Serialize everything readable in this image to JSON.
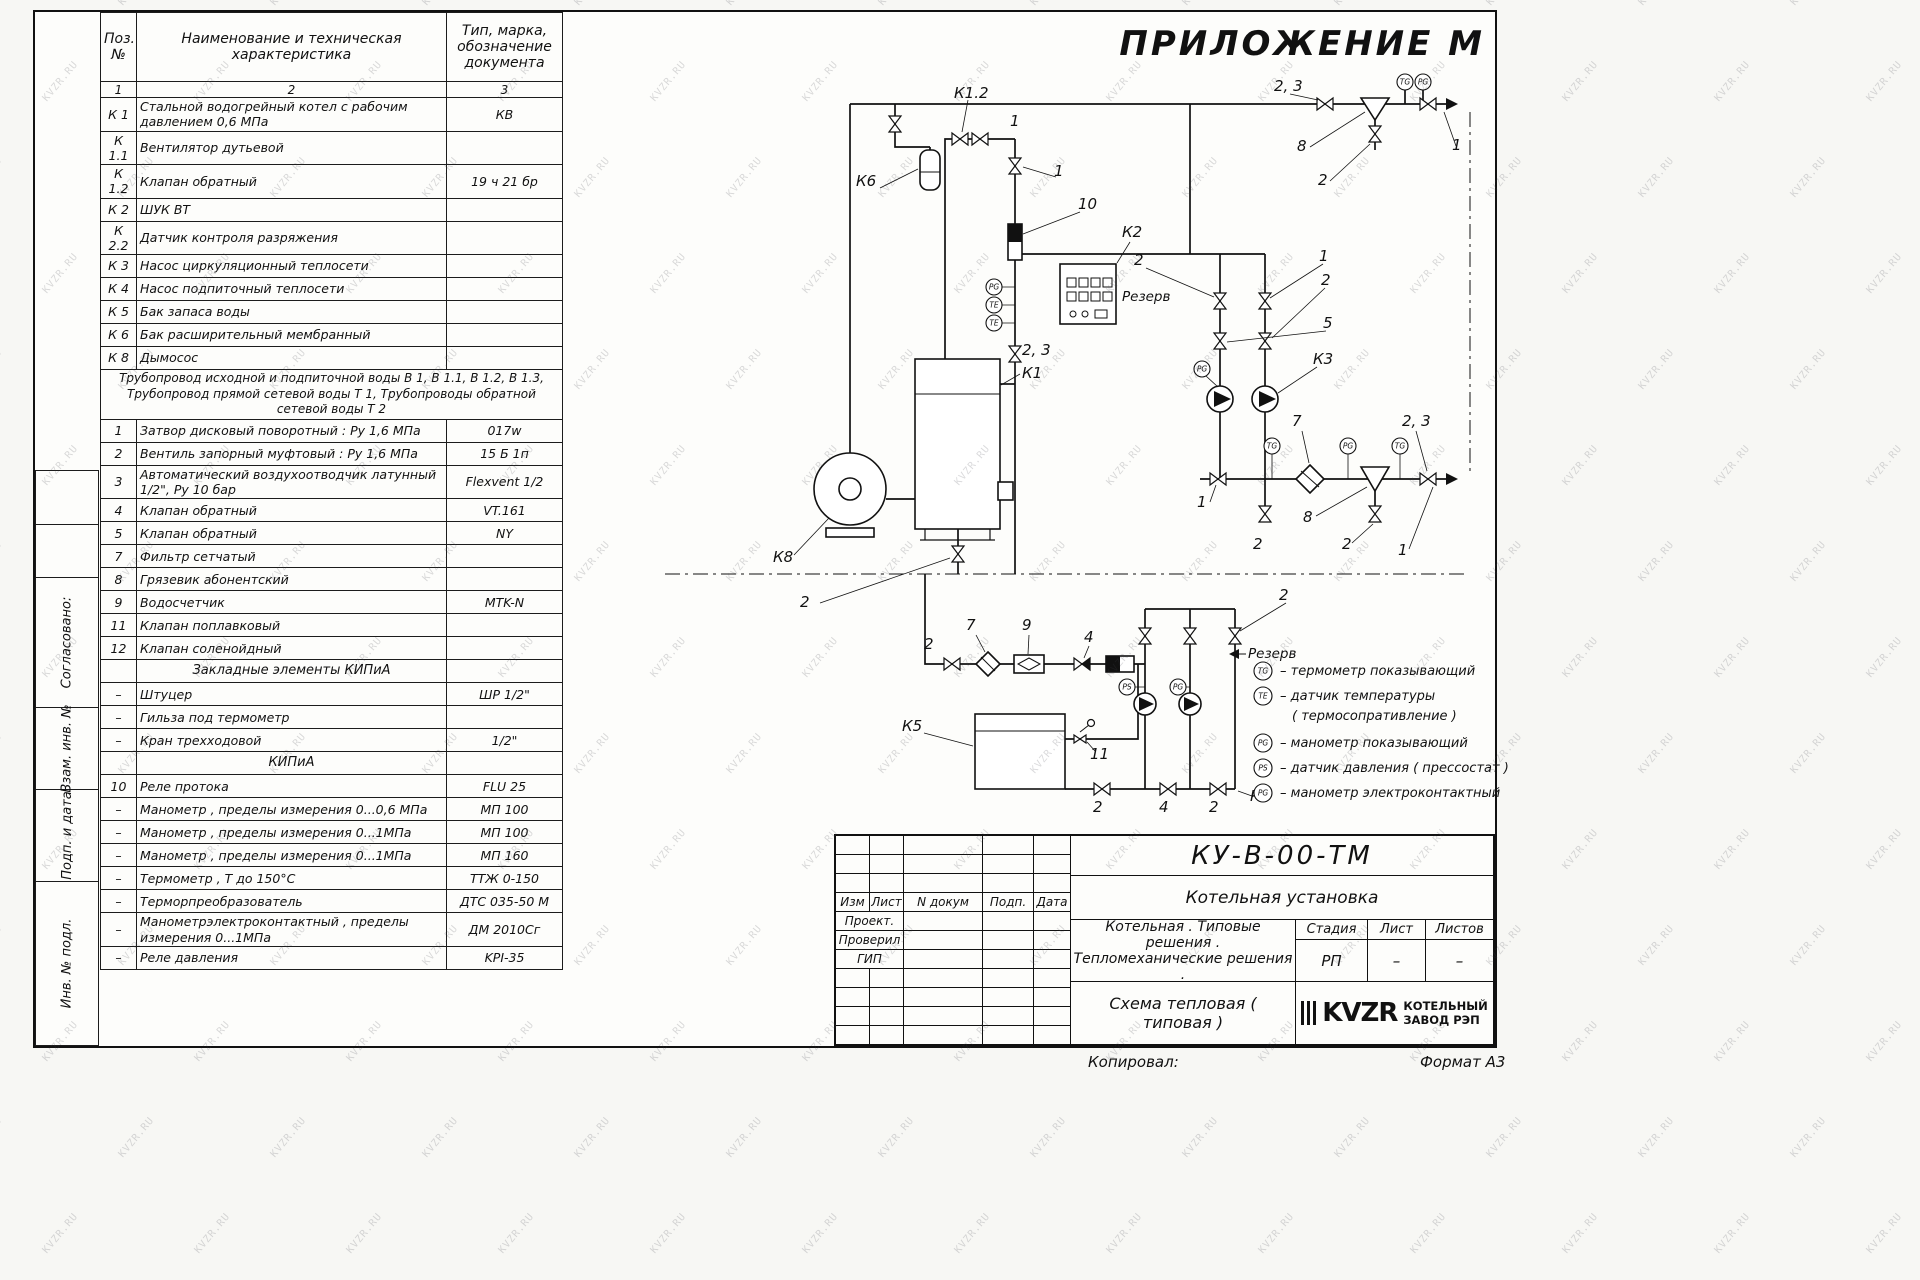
{
  "page": {
    "appendix_title": "ПРИЛОЖЕНИЕ М",
    "watermark": "KVZR.RU",
    "copied_label": "Копировал:",
    "format_label": "Формат А3"
  },
  "side_stamps": [
    "Согласовано:",
    "Взам. инв. №",
    "Подп. и дата",
    "Инв. № подл."
  ],
  "spec_table": {
    "col_headers": [
      "Поз.\n№",
      "Наименование и техническая\nхарактеристика",
      "Тип, марка,\nобозначение\nдокумента"
    ],
    "col_numbers": [
      "1",
      "2",
      "3"
    ],
    "rows": [
      {
        "pos": "К 1",
        "name": "Стальной водогрейный котел с рабочим давлением 0,6  МПа",
        "type": "КВ"
      },
      {
        "pos": "К 1.1",
        "name": "Вентилятор дутьевой",
        "type": ""
      },
      {
        "pos": "К 1.2",
        "name": "Клапан обратный",
        "type": "19 ч 21 бр"
      },
      {
        "pos": "К 2",
        "name": "ШУК ВТ",
        "type": ""
      },
      {
        "pos": "К 2.2",
        "name": "Датчик контроля разряжения",
        "type": ""
      },
      {
        "pos": "К 3",
        "name": "Насос циркуляционный теплосети",
        "type": ""
      },
      {
        "pos": "К 4",
        "name": "Насос подпиточный теплосети",
        "type": ""
      },
      {
        "pos": "К 5",
        "name": "Бак запаса воды",
        "type": ""
      },
      {
        "pos": "К 6",
        "name": "Бак расширительный мембранный",
        "type": ""
      },
      {
        "pos": "К 8",
        "name": "Дымосос",
        "type": ""
      },
      {
        "span": true,
        "name": "Трубопровод исходной и подпиточной воды В 1,   В 1.1,   В 1.2,  В 1.3,   Трубопровод прямой сетевой воды Т 1,   Трубопроводы обратной сетевой воды Т 2"
      },
      {
        "pos": "1",
        "name": "Затвор дисковый поворотный :  Ру 1,6  МПа",
        "type": "017w"
      },
      {
        "pos": "2",
        "name": "Вентиль запорный муфтовый :  Ру 1,6  МПа",
        "type": "15 Б 1п"
      },
      {
        "pos": "3",
        "name": "Автоматический воздухоотводчик   латунный 1/2\",  Ру  10  бар",
        "type": "Flexvent  1/2"
      },
      {
        "pos": "4",
        "name": "Клапан обратный",
        "type": "VT.161"
      },
      {
        "pos": "5",
        "name": "Клапан обратный",
        "type": "NY"
      },
      {
        "pos": "7",
        "name": "Фильтр сетчатый",
        "type": ""
      },
      {
        "pos": "8",
        "name": "Грязевик абонентский",
        "type": ""
      },
      {
        "pos": "9",
        "name": "Водосчетчик",
        "type": "MTK-N"
      },
      {
        "pos": "11",
        "name": "Клапан поплавковый",
        "type": ""
      },
      {
        "pos": "12",
        "name": "Клапан соленойдный",
        "type": ""
      },
      {
        "section": true,
        "name": "Закладные элементы КИПиА"
      },
      {
        "pos": "–",
        "name": "Штуцер",
        "type": "ШР  1/2\""
      },
      {
        "pos": "–",
        "name": "Гильза под термометр",
        "type": ""
      },
      {
        "pos": "–",
        "name": "Кран трехходовой",
        "type": "1/2\""
      },
      {
        "section": true,
        "name": "КИПиА"
      },
      {
        "pos": "10",
        "name": "Реле протока",
        "type": "FLU 25"
      },
      {
        "pos": "–",
        "name": "Манометр ,  пределы измерения  0...0,6 МПа",
        "type": "МП 100"
      },
      {
        "pos": "–",
        "name": "Манометр ,  пределы измерения  0...1МПа",
        "type": "МП 100"
      },
      {
        "pos": "–",
        "name": "Манометр ,  пределы измерения  0...1МПа",
        "type": "МП 160"
      },
      {
        "pos": "–",
        "name": "Термометр ,  Т до 150°С",
        "type": "ТТЖ  0-150"
      },
      {
        "pos": "–",
        "name": "Терморпреобразователь",
        "type": "ДТС 035-50 М"
      },
      {
        "pos": "–",
        "name": "Манометрэлектроконтактный ,  пределы измерения 0...1МПа",
        "type": "ДМ 2010Сг"
      },
      {
        "pos": "–",
        "name": "Реле давления",
        "type": "KPI-35"
      }
    ]
  },
  "diagram": {
    "labels": {
      "k1": "К1",
      "k12": "К1.2",
      "k2": "К2",
      "k3": "К3",
      "k4": "К4",
      "k5": "К5",
      "k6": "К6",
      "k8": "К8",
      "n1": "1",
      "n2": "2",
      "n23": "2, 3",
      "n4": "4",
      "n5": "5",
      "n7": "7",
      "n8": "8",
      "n9": "9",
      "n10": "10",
      "n11": "11",
      "reserve": "Резерв"
    },
    "instruments": {
      "tg": "TG",
      "te": "TE",
      "pg": "PG",
      "ps": "PS"
    }
  },
  "legend": {
    "items": [
      {
        "sym": "TG",
        "text": "–  термометр показывающий"
      },
      {
        "sym": "TE",
        "text": "–  датчик температуры"
      },
      {
        "sym": "",
        "text": "( термосопративление )"
      },
      {
        "sym": "PG",
        "text": "–  манометр показывающий"
      },
      {
        "sym": "PS",
        "text": "–  датчик давления ( прессостат )"
      },
      {
        "sym": "PG",
        "text": "–  манометр электроконтактный"
      }
    ]
  },
  "title_block": {
    "doc_number": "КУ-В-00-ТМ",
    "object_name": "Котельная установка",
    "rev_headers": [
      "Изм",
      "Лист",
      "N докум",
      "Подп.",
      "Дата"
    ],
    "roles": [
      "Проект.",
      "Проверил",
      "ГИП"
    ],
    "description_line1": "Котельная . Типовые решения .",
    "description_line2": "Тепломеханические решения .",
    "stage_headers": [
      "Стадия",
      "Лист",
      "Листов"
    ],
    "stage_values": [
      "РП",
      "–",
      "–"
    ],
    "scheme_name": "Схема тепловая  ( типовая )",
    "company_logo": "KVZR",
    "company_name_line1": "КОТЕЛЬНЫЙ",
    "company_name_line2": "ЗАВОД  РЭП"
  }
}
